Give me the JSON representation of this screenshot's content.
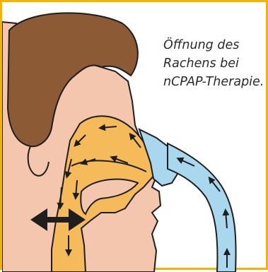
{
  "caption": {
    "lines": [
      "Öffnung des",
      "Rachens bei",
      "nCPAP-Therapie."
    ]
  },
  "colors": {
    "border": "#f2b400",
    "skin": "#f4c6ad",
    "hair": "#8c5a34",
    "airway": "#f5bb5a",
    "tube": "#a9d8ee",
    "outline": "#1e1e1e"
  },
  "icons": {
    "flow_arrows": "arrow-icon",
    "expansion_arrows": "double-arrow-icon"
  }
}
